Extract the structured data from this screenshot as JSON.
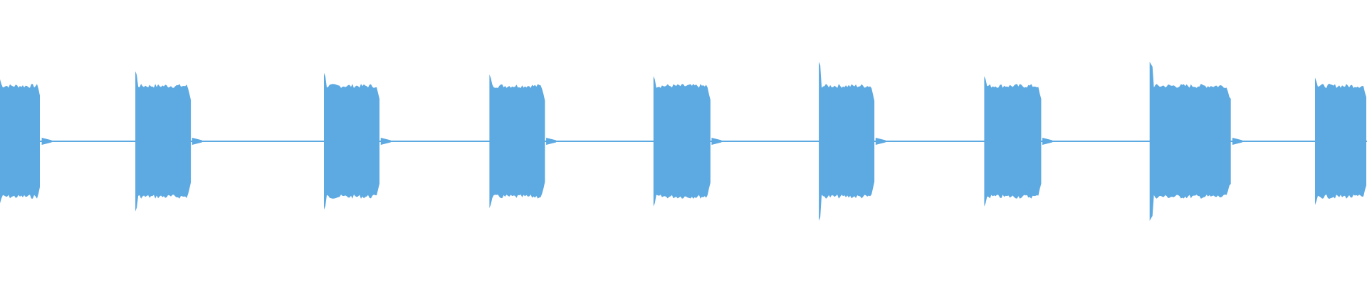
{
  "waveform": {
    "color": "#5DA9E1",
    "background": "#FFFFFF",
    "segments": [
      {
        "start_fraction": 0.0,
        "end_fraction": 0.03,
        "peak_level": 0.78
      },
      {
        "start_fraction": 0.099,
        "end_fraction": 0.14,
        "peak_level": 0.88
      },
      {
        "start_fraction": 0.237,
        "end_fraction": 0.278,
        "peak_level": 0.86
      },
      {
        "start_fraction": 0.358,
        "end_fraction": 0.399,
        "peak_level": 0.84
      },
      {
        "start_fraction": 0.478,
        "end_fraction": 0.52,
        "peak_level": 0.82
      },
      {
        "start_fraction": 0.599,
        "end_fraction": 0.64,
        "peak_level": 1.0
      },
      {
        "start_fraction": 0.72,
        "end_fraction": 0.762,
        "peak_level": 0.82
      },
      {
        "start_fraction": 0.841,
        "end_fraction": 0.901,
        "peak_level": 1.0
      },
      {
        "start_fraction": 0.962,
        "end_fraction": 1.0,
        "peak_level": 0.8
      }
    ]
  }
}
